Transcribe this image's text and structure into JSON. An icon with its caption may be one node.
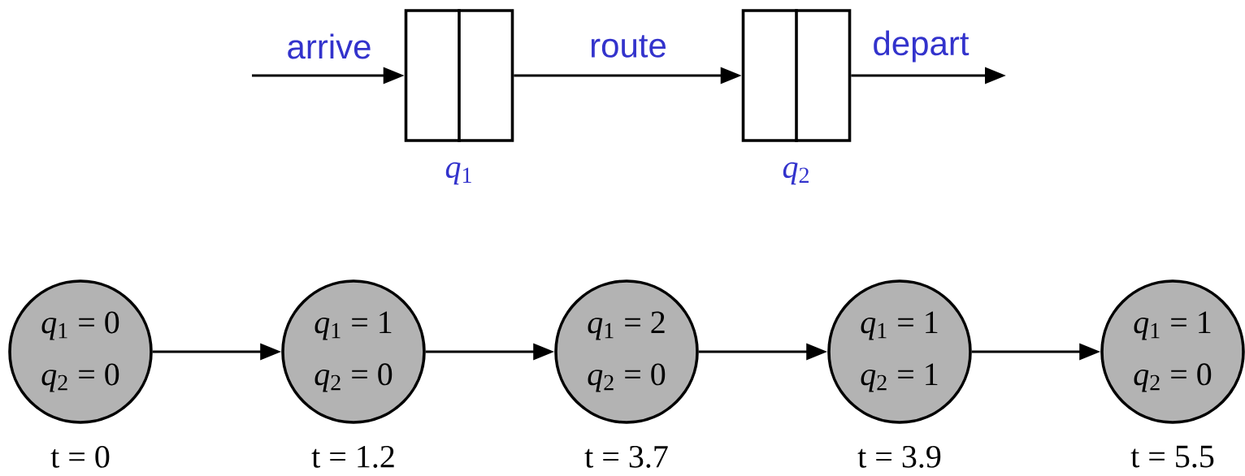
{
  "diagram": {
    "nodes": [
      {
        "text": [],
        "shape": "box",
        "beside": [
          "*q*$_{1}$"
        ]
      },
      {
        "text": [],
        "shape": "box",
        "beside": [
          "*q*$_{2}$"
        ]
      },
      {
        "text": [
          "*q*$_{1}$ = 0",
          "*q*$_{2}$ = 0"
        ],
        "beside": [
          "t = 0"
        ]
      },
      {
        "text": [
          "*q*$_{1}$ = 1",
          "*q*$_{2}$ = 0"
        ],
        "beside": [
          "t = 1.2"
        ]
      },
      {
        "text": [
          "*q*$_{1}$ = 2",
          "*q*$_{2}$ = 0"
        ],
        "beside": [
          "t = 3.7"
        ]
      },
      {
        "text": [
          "*q*$_{1}$ = 1",
          "*q*$_{2}$ = 1"
        ],
        "beside": [
          "t = 3.9"
        ]
      },
      {
        "text": [
          "*q*$_{1}$ = 1",
          "*q*$_{2}$ = 0"
        ],
        "beside": [
          "t = 5.5"
        ]
      }
    ],
    "edges": [
      {
        "from": null,
        "to": 0,
        "arrow": "to",
        "label": "arrive"
      },
      {
        "from": 0,
        "to": 1,
        "arrow": "to",
        "label": "route"
      },
      {
        "from": 1,
        "to": null,
        "arrow": "to",
        "label": "depart"
      },
      {
        "from": 2,
        "to": 3,
        "arrow": "to"
      },
      {
        "from": 3,
        "to": 4,
        "arrow": "to"
      },
      {
        "from": 4,
        "to": 5,
        "arrow": "to"
      },
      {
        "from": 5,
        "to": 6,
        "arrow": "to"
      }
    ]
  }
}
